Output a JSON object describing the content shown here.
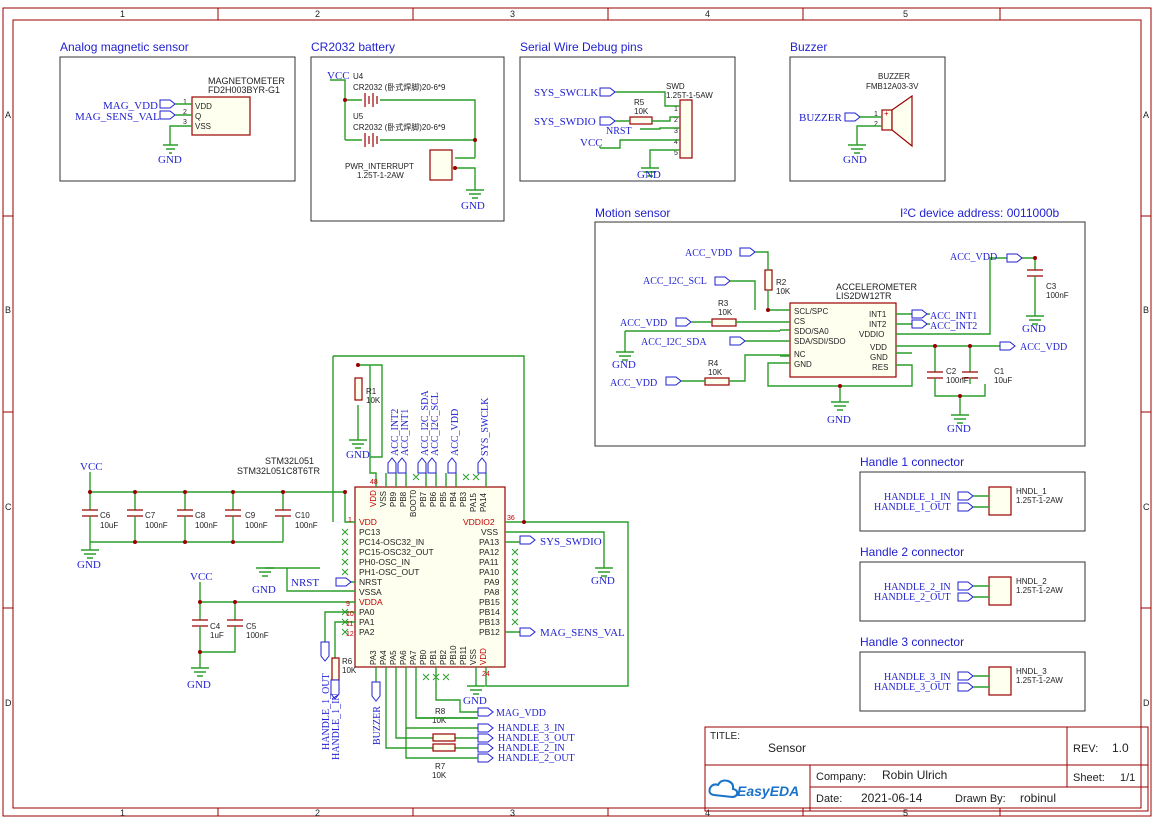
{
  "frame": {
    "cols": [
      "1",
      "2",
      "3",
      "4",
      "5"
    ],
    "rows": [
      "A",
      "B",
      "C",
      "D"
    ]
  },
  "sections": {
    "analog": "Analog magnetic sensor",
    "battery": "CR2032 battery",
    "swd": "Serial Wire Debug pins",
    "buzzer": "Buzzer",
    "motion": "Motion sensor",
    "i2c": "I²C device address: 0011000b",
    "h1": "Handle 1 connector",
    "h2": "Handle 2 connector",
    "h3": "Handle 3 connector"
  },
  "magnetometer": {
    "part": "MAGNETOMETER",
    "model": "FD2H003BYR-G1",
    "pins": [
      "VDD",
      "Q",
      "VSS"
    ],
    "nets": [
      "MAG_VDD",
      "MAG_SENS_VAL"
    ]
  },
  "battery": {
    "vcc": "VCC",
    "u4": "U4",
    "u5": "U5",
    "cell": "CR2032 (卧式焊脚)20-6*9",
    "conn": "PWR_INTERRUPT",
    "conn_model": "1.25T-1-2AW"
  },
  "swd": {
    "ref": "SWD",
    "model": "1.25T-1-5AW",
    "nets": [
      "SYS_SWCLK",
      "SYS_SWDIO",
      "NRST",
      "VCC"
    ],
    "r5": "R5",
    "r5v": "10K"
  },
  "buzzer": {
    "part": "BUZZER",
    "model": "FMB12A03-3V",
    "net": "BUZZER"
  },
  "accel": {
    "part": "ACCELEROMETER",
    "model": "LIS2DW12TR",
    "left_pins": [
      "SCL/SPC",
      "CS",
      "SDO/SA0",
      "SDA/SDI/SDO",
      "NC",
      "GND"
    ],
    "right_pins": [
      "INT1",
      "INT2",
      "VDDIO",
      "VDD",
      "GND",
      "RES"
    ],
    "nets": {
      "acc_vdd": "ACC_VDD",
      "scl": "ACC_I2C_SCL",
      "sda": "ACC_I2C_SDA",
      "int1": "ACC_INT1",
      "int2": "ACC_INT2"
    },
    "r2": "R2",
    "r2v": "10K",
    "r3": "R3",
    "r3v": "10K",
    "r4": "R4",
    "r4v": "10K",
    "c1": "C1",
    "c1v": "10uF",
    "c2": "C2",
    "c2v": "100nF",
    "c3": "C3",
    "c3v": "100nF"
  },
  "mcu": {
    "ref": "STM32L051",
    "model": "STM32L051C8T6TR",
    "left_pins": [
      "VDD",
      "PC13",
      "PC14-OSC32_IN",
      "PC15-OSC32_OUT",
      "PH0-OSC_IN",
      "PH1-OSC_OUT",
      "NRST",
      "VSSA",
      "VDDA",
      "PA0",
      "PA1",
      "PA2"
    ],
    "right_pins": [
      "VDDIO2",
      "VSS",
      "PA13",
      "PA12",
      "PA11",
      "PA10",
      "PA9",
      "PA8",
      "PB15",
      "PB14",
      "PB13",
      "PB12"
    ],
    "top_pins": [
      "VDD",
      "VSS",
      "PB9",
      "PB8",
      "BOOT0",
      "PB7",
      "PB6",
      "PB5",
      "PB4",
      "PB3",
      "PA15",
      "PA14"
    ],
    "bottom_pins": [
      "PA3",
      "PA4",
      "PA5",
      "PA6",
      "PA7",
      "PB0",
      "PB1",
      "PB2",
      "PB10",
      "PB11",
      "VSS",
      "VDD"
    ],
    "top_nets": [
      "ACC_INT2",
      "ACC_INT1",
      "ACC_I2C_SDA",
      "ACC_I2C_SCL",
      "ACC_VDD",
      "SYS_SWCLK"
    ],
    "r1": "R1",
    "r1v": "10K",
    "r6": "R6",
    "r6v": "10K",
    "r7": "R7",
    "r7v": "10K",
    "r8": "R8",
    "r8v": "10K"
  },
  "decoupling": [
    {
      "ref": "C6",
      "val": "10uF"
    },
    {
      "ref": "C7",
      "val": "100nF"
    },
    {
      "ref": "C8",
      "val": "100nF"
    },
    {
      "ref": "C9",
      "val": "100nF"
    },
    {
      "ref": "C10",
      "val": "100nF"
    },
    {
      "ref": "C4",
      "val": "1uF"
    },
    {
      "ref": "C5",
      "val": "100nF"
    }
  ],
  "nets": {
    "vcc": "VCC",
    "gnd": "GND",
    "nrst": "NRST",
    "swdio": "SYS_SWDIO",
    "mag_sens": "MAG_SENS_VAL",
    "mag_vdd": "MAG_VDD",
    "h3in": "HANDLE_3_IN",
    "h3out": "HANDLE_3_OUT",
    "h2in": "HANDLE_2_IN",
    "h2out": "HANDLE_2_OUT",
    "h1out": "HANDLE_1_OUT",
    "h1in": "HANDLE_1_IN",
    "buzzer": "BUZZER"
  },
  "handles": [
    {
      "in": "HANDLE_1_IN",
      "out": "HANDLE_1_OUT",
      "ref": "HNDL_1",
      "model": "1.25T-1-2AW"
    },
    {
      "in": "HANDLE_2_IN",
      "out": "HANDLE_2_OUT",
      "ref": "HNDL_2",
      "model": "1.25T-1-2AW"
    },
    {
      "in": "HANDLE_3_IN",
      "out": "HANDLE_3_OUT",
      "ref": "HNDL_3",
      "model": "1.25T-1-2AW"
    }
  ],
  "title_block": {
    "title_label": "TITLE:",
    "title": "Sensor",
    "rev_label": "REV:",
    "rev": "1.0",
    "company_label": "Company:",
    "company": "Robin Ulrich",
    "sheet_label": "Sheet:",
    "sheet": "1/1",
    "date_label": "Date:",
    "date": "2021-06-14",
    "drawn_label": "Drawn By:",
    "drawn": "robinul",
    "logo": "EasyEDA"
  }
}
